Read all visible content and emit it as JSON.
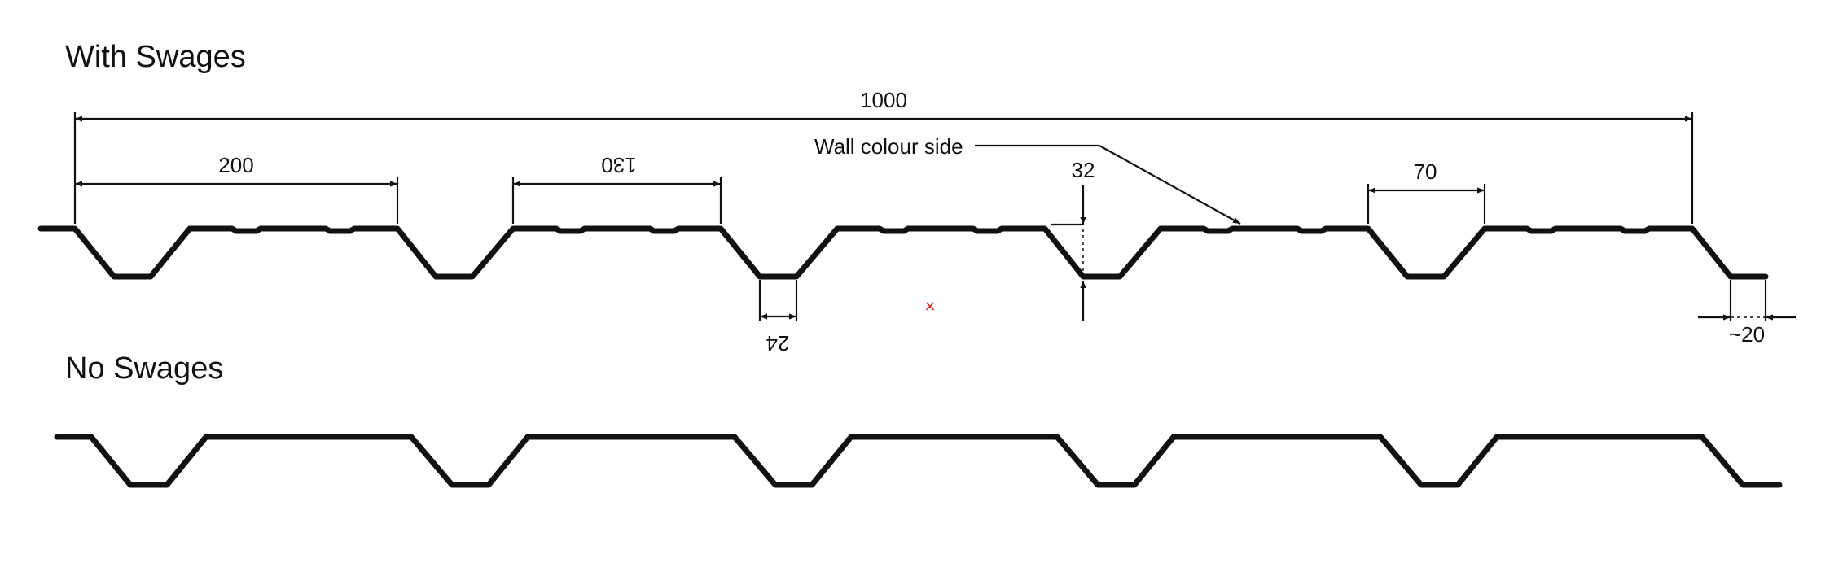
{
  "titles": {
    "with_swages": "With Swages",
    "no_swages": "No Swages"
  },
  "dimensions": {
    "overall": "1000",
    "pan": "200",
    "rib_top": "130",
    "trough_bottom": "24",
    "rib_height": "32",
    "crown": "70",
    "end_lip": "~20"
  },
  "callout": {
    "wall_colour_side": "Wall colour side"
  },
  "colors": {
    "line": "#111111",
    "marker": "#e02020"
  },
  "marker_glyph": "×"
}
